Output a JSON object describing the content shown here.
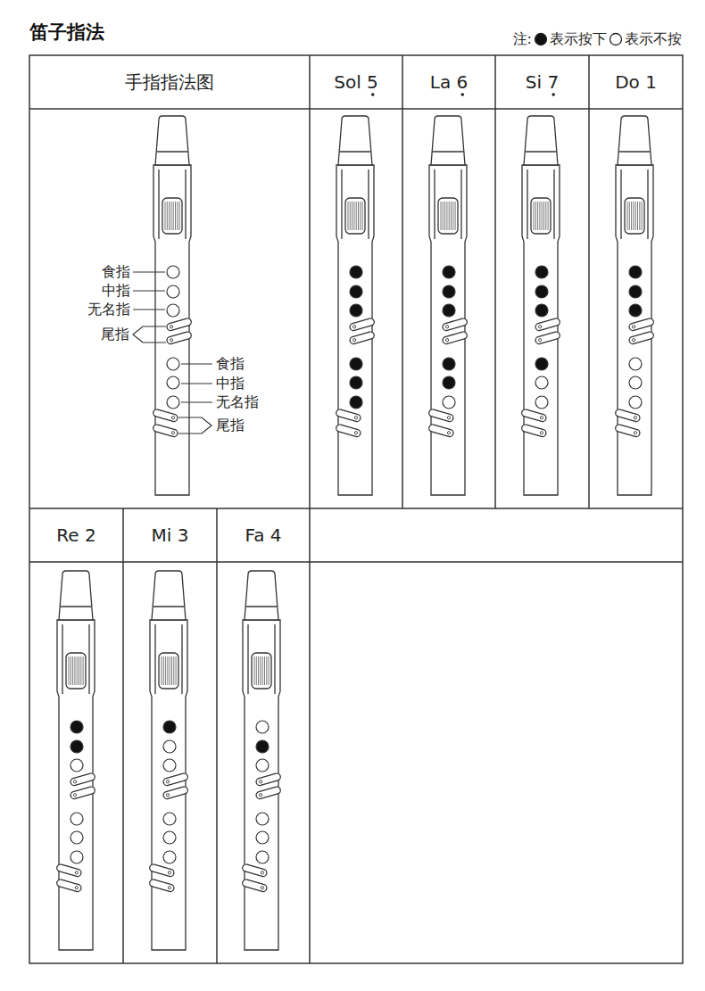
{
  "diagram": {
    "title": "笛子指法",
    "labels": [
      "注:",
      "手指指法图",
      "Sol 5",
      "La 6",
      "Si 7",
      "Do 1",
      "Re 2",
      "Mi 3",
      "Fa 4",
      "食指",
      "中指",
      "无名指",
      "尾指",
      "食指",
      "中指",
      "无名指",
      "尾指"
    ],
    "legend": [
      {
        "text": "表示按下"
      },
      {
        "text": "表示不按"
      }
    ]
  }
}
